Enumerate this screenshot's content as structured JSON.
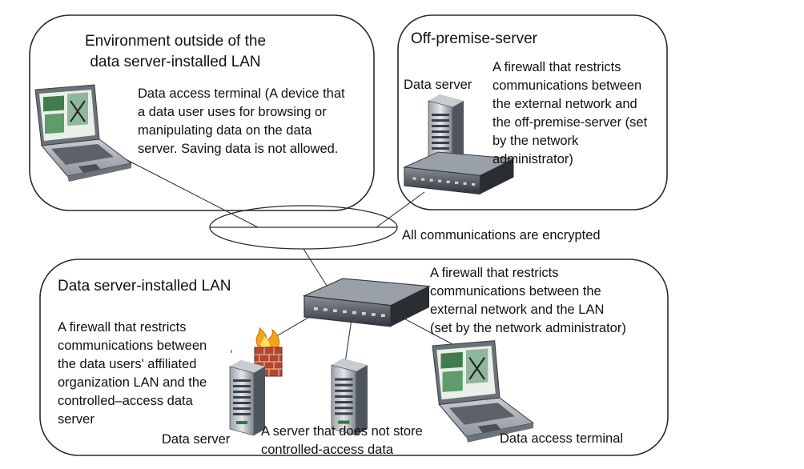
{
  "outside_lan": {
    "title": "Environment outside of the\ndata server-installed LAN",
    "terminal_description": "Data access terminal (A device that\na data user uses for browsing or\nmanipulating data on the data\nserver. Saving data is not allowed."
  },
  "off_premise": {
    "title": "Off-premise-server",
    "data_server_label": "Data server",
    "firewall_description": "A firewall that restricts\ncommunications between\nthe external network and\nthe off-premise-server (set\nby the network\nadministrator)"
  },
  "network": {
    "encryption_note": "All communications are encrypted"
  },
  "installed_lan": {
    "title": "Data server-installed LAN",
    "lan_firewall_description": "A firewall that restricts\ncommunications between the\nexternal network and the LAN\n(set by the network administrator)",
    "org_firewall_description": "A firewall that restricts\ncommunications between\nthe data users' affiliated\norganization LAN and the\ncontrolled–access data\nserver",
    "data_server_label": "Data server",
    "non_storing_server_label": "A server that does not store\ncontrolled-access data",
    "terminal_label": "Data access terminal"
  },
  "colors": {
    "outline": "#2a2a2a",
    "device_dark": "#3a4048",
    "device_silver": "#b9bec4",
    "screen_green": "#3f7d4a",
    "brick": "#b5462f",
    "flame": "#f2a516"
  }
}
